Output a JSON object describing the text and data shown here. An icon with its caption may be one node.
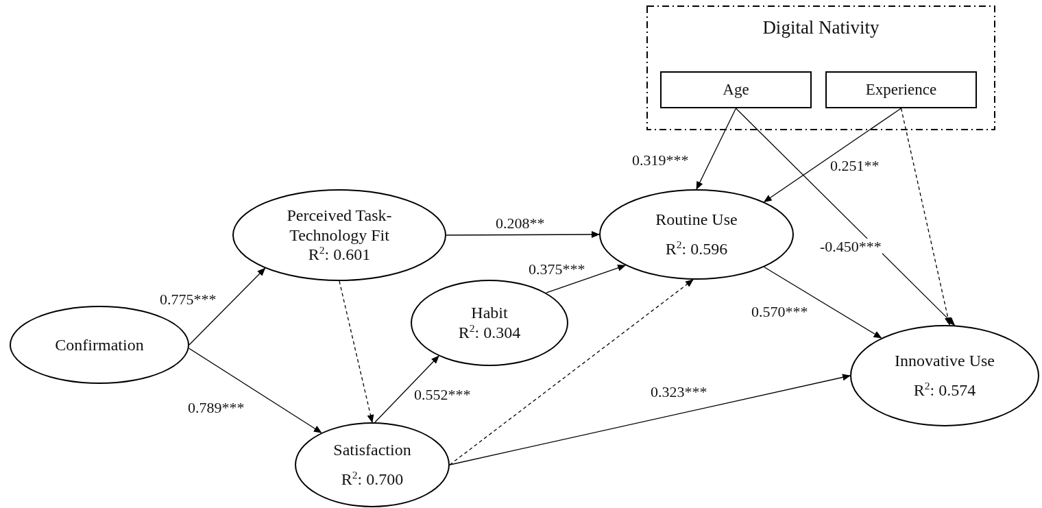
{
  "diagram": {
    "nodes": [
      {
        "text": [
          "Digital Nativity"
        ]
      },
      {
        "text": [
          "Age"
        ],
        "in": 0
      },
      {
        "text": [
          "Experience"
        ],
        "in": 0
      },
      {
        "text": [
          "Confirmation"
        ]
      },
      {
        "text": [
          "Perceived Task-Technology Fit",
          "R$^{2}$: 0.601"
        ]
      },
      {
        "text": [
          "Habit",
          "R$^{2}$: 0.304"
        ]
      },
      {
        "text": [
          "Routine Use",
          "R$^{2}$: 0.596"
        ]
      },
      {
        "text": [
          "Satisfaction",
          "R$^{2}$: 0.700"
        ]
      },
      {
        "text": [
          "Innovative Use",
          "R$^{2}$: 0.574"
        ]
      }
    ],
    "edges": [
      {
        "from": 1,
        "to": 6,
        "arrow": "to",
        "label": "0.319***"
      },
      {
        "from": 1,
        "to": 8,
        "arrow": "to",
        "label": "-0.450***"
      },
      {
        "from": 2,
        "to": 6,
        "arrow": "to",
        "label": "0.251**"
      },
      {
        "from": 2,
        "to": 8,
        "arrow": "to",
        "style": "dashed"
      },
      {
        "from": 3,
        "to": 4,
        "arrow": "to",
        "label": "0.775***"
      },
      {
        "from": 3,
        "to": 7,
        "arrow": "to",
        "label": "0.789***"
      },
      {
        "from": 4,
        "to": 6,
        "arrow": "to",
        "label": "0.208**"
      },
      {
        "from": 4,
        "to": 7,
        "arrow": "to",
        "style": "dashed"
      },
      {
        "from": 7,
        "to": 5,
        "arrow": "to",
        "label": "0.552***"
      },
      {
        "from": 5,
        "to": 6,
        "arrow": "to",
        "label": "0.375***"
      },
      {
        "from": 7,
        "to": 6,
        "arrow": "to",
        "style": "dashed"
      },
      {
        "from": 7,
        "to": 8,
        "arrow": "to",
        "label": "0.323***"
      },
      {
        "from": 6,
        "to": 8,
        "arrow": "to",
        "label": "0.570***"
      }
    ]
  }
}
